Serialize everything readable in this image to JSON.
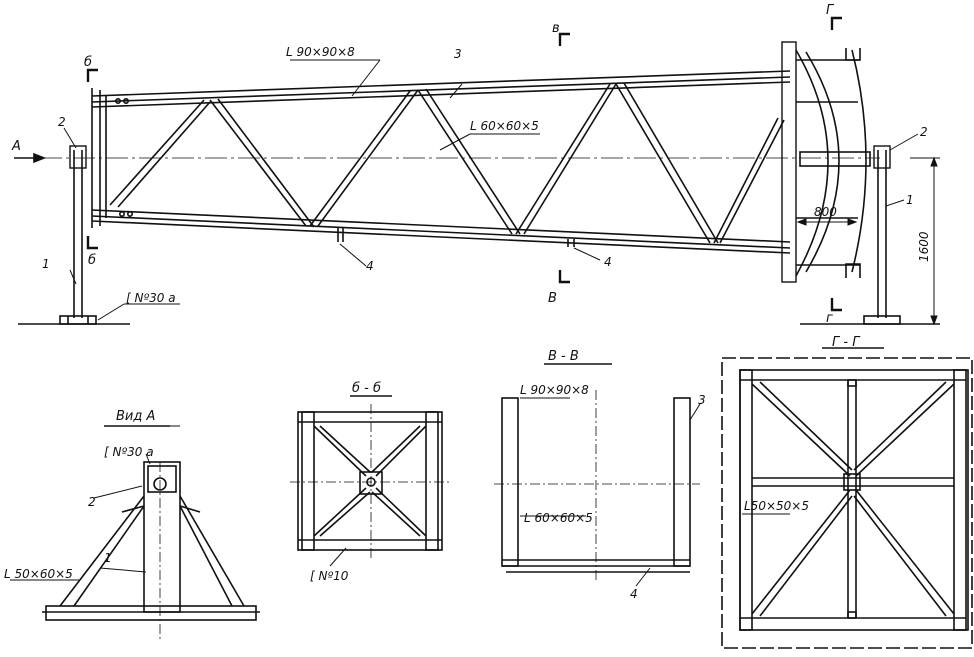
{
  "labels": {
    "angle_top": "L 90×90×8",
    "angle_mid": "L 60×60×5",
    "channel_30": "[ Nº30 a",
    "channel_30_b": "[ Nº30 a",
    "channel_10": "[ Nº10",
    "angle_va": "L 50×60×5",
    "angle_gg": "L50×50×5",
    "angle_vv_top": "L 90×90×8",
    "angle_vv_mid": "L 60×60×5",
    "dim_800": "800",
    "dim_1600": "1600",
    "num_1": "1",
    "num_2": "2",
    "num_3": "3",
    "num_4": "4",
    "letter_a": "А",
    "letter_b": "б",
    "letter_v": "в",
    "letter_v2": "В",
    "letter_g": "Г",
    "letter_g2": "г"
  },
  "views": {
    "vid_a": "Вид А",
    "b_b": "б - б",
    "v_v": "В - В",
    "g_g": "Г - Г"
  }
}
